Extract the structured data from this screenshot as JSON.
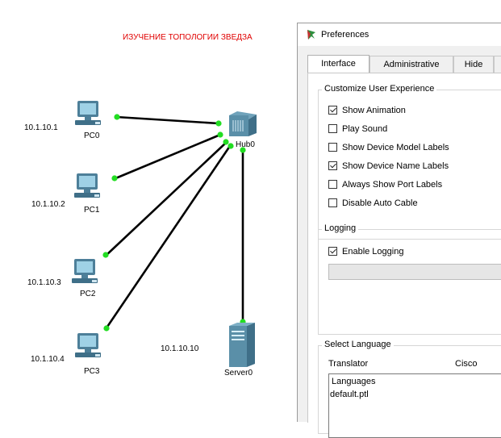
{
  "topology": {
    "title": "ИЗУЧЕНИЕ ТОПОЛОГИИ ЗВЕДЗА",
    "devices": {
      "pc0": {
        "name": "PC0",
        "ip": "10.1.10.1"
      },
      "pc1": {
        "name": "PC1",
        "ip": "10.1.10.2"
      },
      "pc2": {
        "name": "PC2",
        "ip": "10.1.10.3"
      },
      "pc3": {
        "name": "PC3",
        "ip": "10.1.10.4"
      },
      "hub": {
        "name": "Hub0"
      },
      "server": {
        "name": "Server0",
        "ip": "10.1.10.10"
      }
    },
    "link_color": "#000000",
    "link_up_color": "#22cc22"
  },
  "preferences": {
    "window_title": "Preferences",
    "tabs": [
      "Interface",
      "Administrative",
      "Hide"
    ],
    "active_tab": "Interface",
    "customize": {
      "legend": "Customize User Experience",
      "options": [
        {
          "label": "Show Animation",
          "checked": true
        },
        {
          "label": "Play Sound",
          "checked": false
        },
        {
          "label": "Show Device Model Labels",
          "checked": false
        },
        {
          "label": "Show Device Name Labels",
          "checked": true
        },
        {
          "label": "Always Show Port Labels",
          "checked": false
        },
        {
          "label": "Disable Auto Cable",
          "checked": false
        }
      ]
    },
    "logging": {
      "legend": "Logging",
      "enable_label": "Enable Logging",
      "enabled": true
    },
    "language": {
      "legend": "Select Language",
      "col_translator": "Translator",
      "col_cisco": "Cisco",
      "items": [
        "Languages",
        "default.ptl"
      ]
    }
  }
}
